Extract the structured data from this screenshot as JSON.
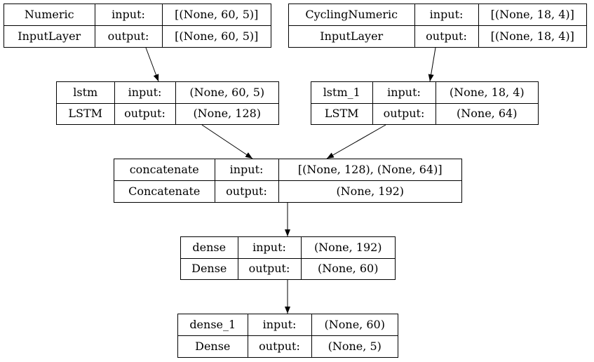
{
  "nodes": {
    "numeric": {
      "name": "Numeric",
      "layer_type": "InputLayer",
      "input_label": "input:",
      "output_label": "output:",
      "input_shape": "[(None, 60, 5)]",
      "output_shape": "[(None, 60, 5)]"
    },
    "cycling": {
      "name": "CyclingNumeric",
      "layer_type": "InputLayer",
      "input_label": "input:",
      "output_label": "output:",
      "input_shape": "[(None, 18, 4)]",
      "output_shape": "[(None, 18, 4)]"
    },
    "lstm": {
      "name": "lstm",
      "layer_type": "LSTM",
      "input_label": "input:",
      "output_label": "output:",
      "input_shape": "(None, 60, 5)",
      "output_shape": "(None, 128)"
    },
    "lstm_1": {
      "name": "lstm_1",
      "layer_type": "LSTM",
      "input_label": "input:",
      "output_label": "output:",
      "input_shape": "(None, 18, 4)",
      "output_shape": "(None, 64)"
    },
    "concatenate": {
      "name": "concatenate",
      "layer_type": "Concatenate",
      "input_label": "input:",
      "output_label": "output:",
      "input_shape": "[(None, 128), (None, 64)]",
      "output_shape": "(None, 192)"
    },
    "dense": {
      "name": "dense",
      "layer_type": "Dense",
      "input_label": "input:",
      "output_label": "output:",
      "input_shape": "(None, 192)",
      "output_shape": "(None, 60)"
    },
    "dense_1": {
      "name": "dense_1",
      "layer_type": "Dense",
      "input_label": "input:",
      "output_label": "output:",
      "input_shape": "(None, 60)",
      "output_shape": "(None, 5)"
    }
  }
}
